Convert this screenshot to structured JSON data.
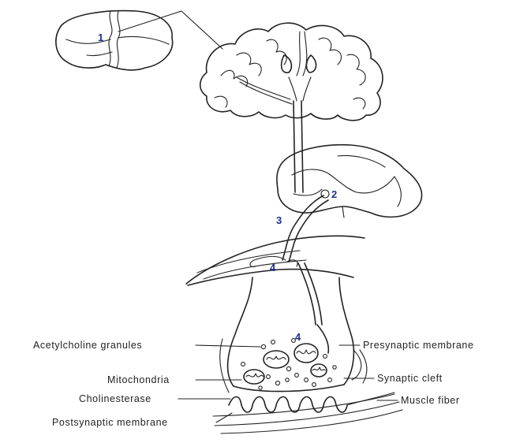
{
  "markers": {
    "m1": "1",
    "m2": "2",
    "m3": "3",
    "m4a": "4",
    "m4b": "4"
  },
  "labels": {
    "acetylcholine_granules": "Acetylcholine granules",
    "mitochondria": "Mitochondria",
    "cholinesterase": "Cholinesterase",
    "postsynaptic_membrane": "Postsynaptic membrane",
    "presynaptic_membrane": "Presynaptic membrane",
    "synaptic_cleft": "Synaptic cleft",
    "muscle_fiber": "Muscle fiber"
  },
  "colors": {
    "ink": "#222222",
    "marker": "#1f2f8f",
    "background": "#ffffff"
  }
}
